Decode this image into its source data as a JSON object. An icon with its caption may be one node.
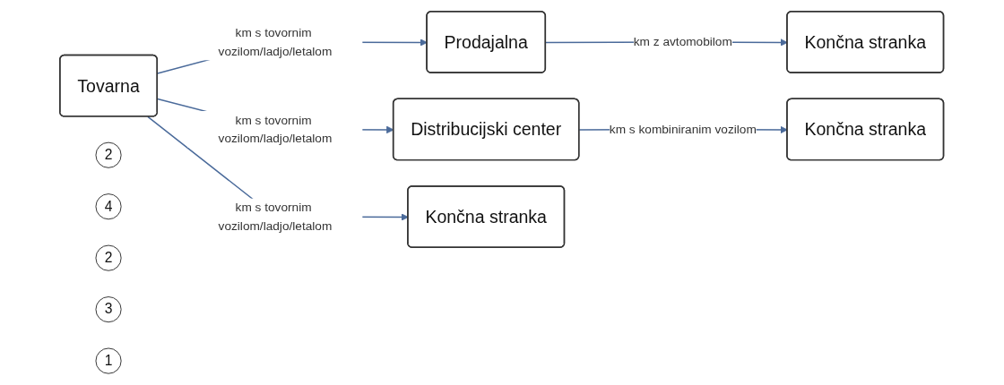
{
  "diagram": {
    "nodes": [
      {
        "text": [
          "Tovarna"
        ]
      },
      {
        "text": [
          "2"
        ]
      },
      {
        "text": [
          "Prodajalna"
        ]
      },
      {
        "text": [
          "4"
        ]
      },
      {
        "text": [
          "Končna stranka"
        ]
      },
      {
        "text": [
          "2"
        ]
      },
      {
        "text": [
          "Distribucijski center"
        ]
      },
      {
        "text": [
          "3"
        ]
      },
      {
        "text": [
          "Končna stranka"
        ]
      },
      {
        "text": [
          "1"
        ]
      },
      {
        "text": [
          "Končna stranka"
        ]
      }
    ],
    "edges": [
      {
        "from": 0,
        "to": 2,
        "arrow": "to",
        "label": "km s tovornim vozilom/ladjo/letalom"
      },
      {
        "from": 2,
        "to": 4,
        "arrow": "to",
        "label": "km z avtomobilom"
      },
      {
        "from": 0,
        "to": 6,
        "arrow": "to",
        "label": "km s tovornim vozilom/ladjo/letalom"
      },
      {
        "from": 6,
        "to": 8,
        "arrow": "to",
        "label": "km s kombiniranim vozilom"
      },
      {
        "from": 0,
        "to": 10,
        "arrow": "to",
        "label": "km s tovornim vozilom/ladjo/letalom"
      }
    ]
  }
}
